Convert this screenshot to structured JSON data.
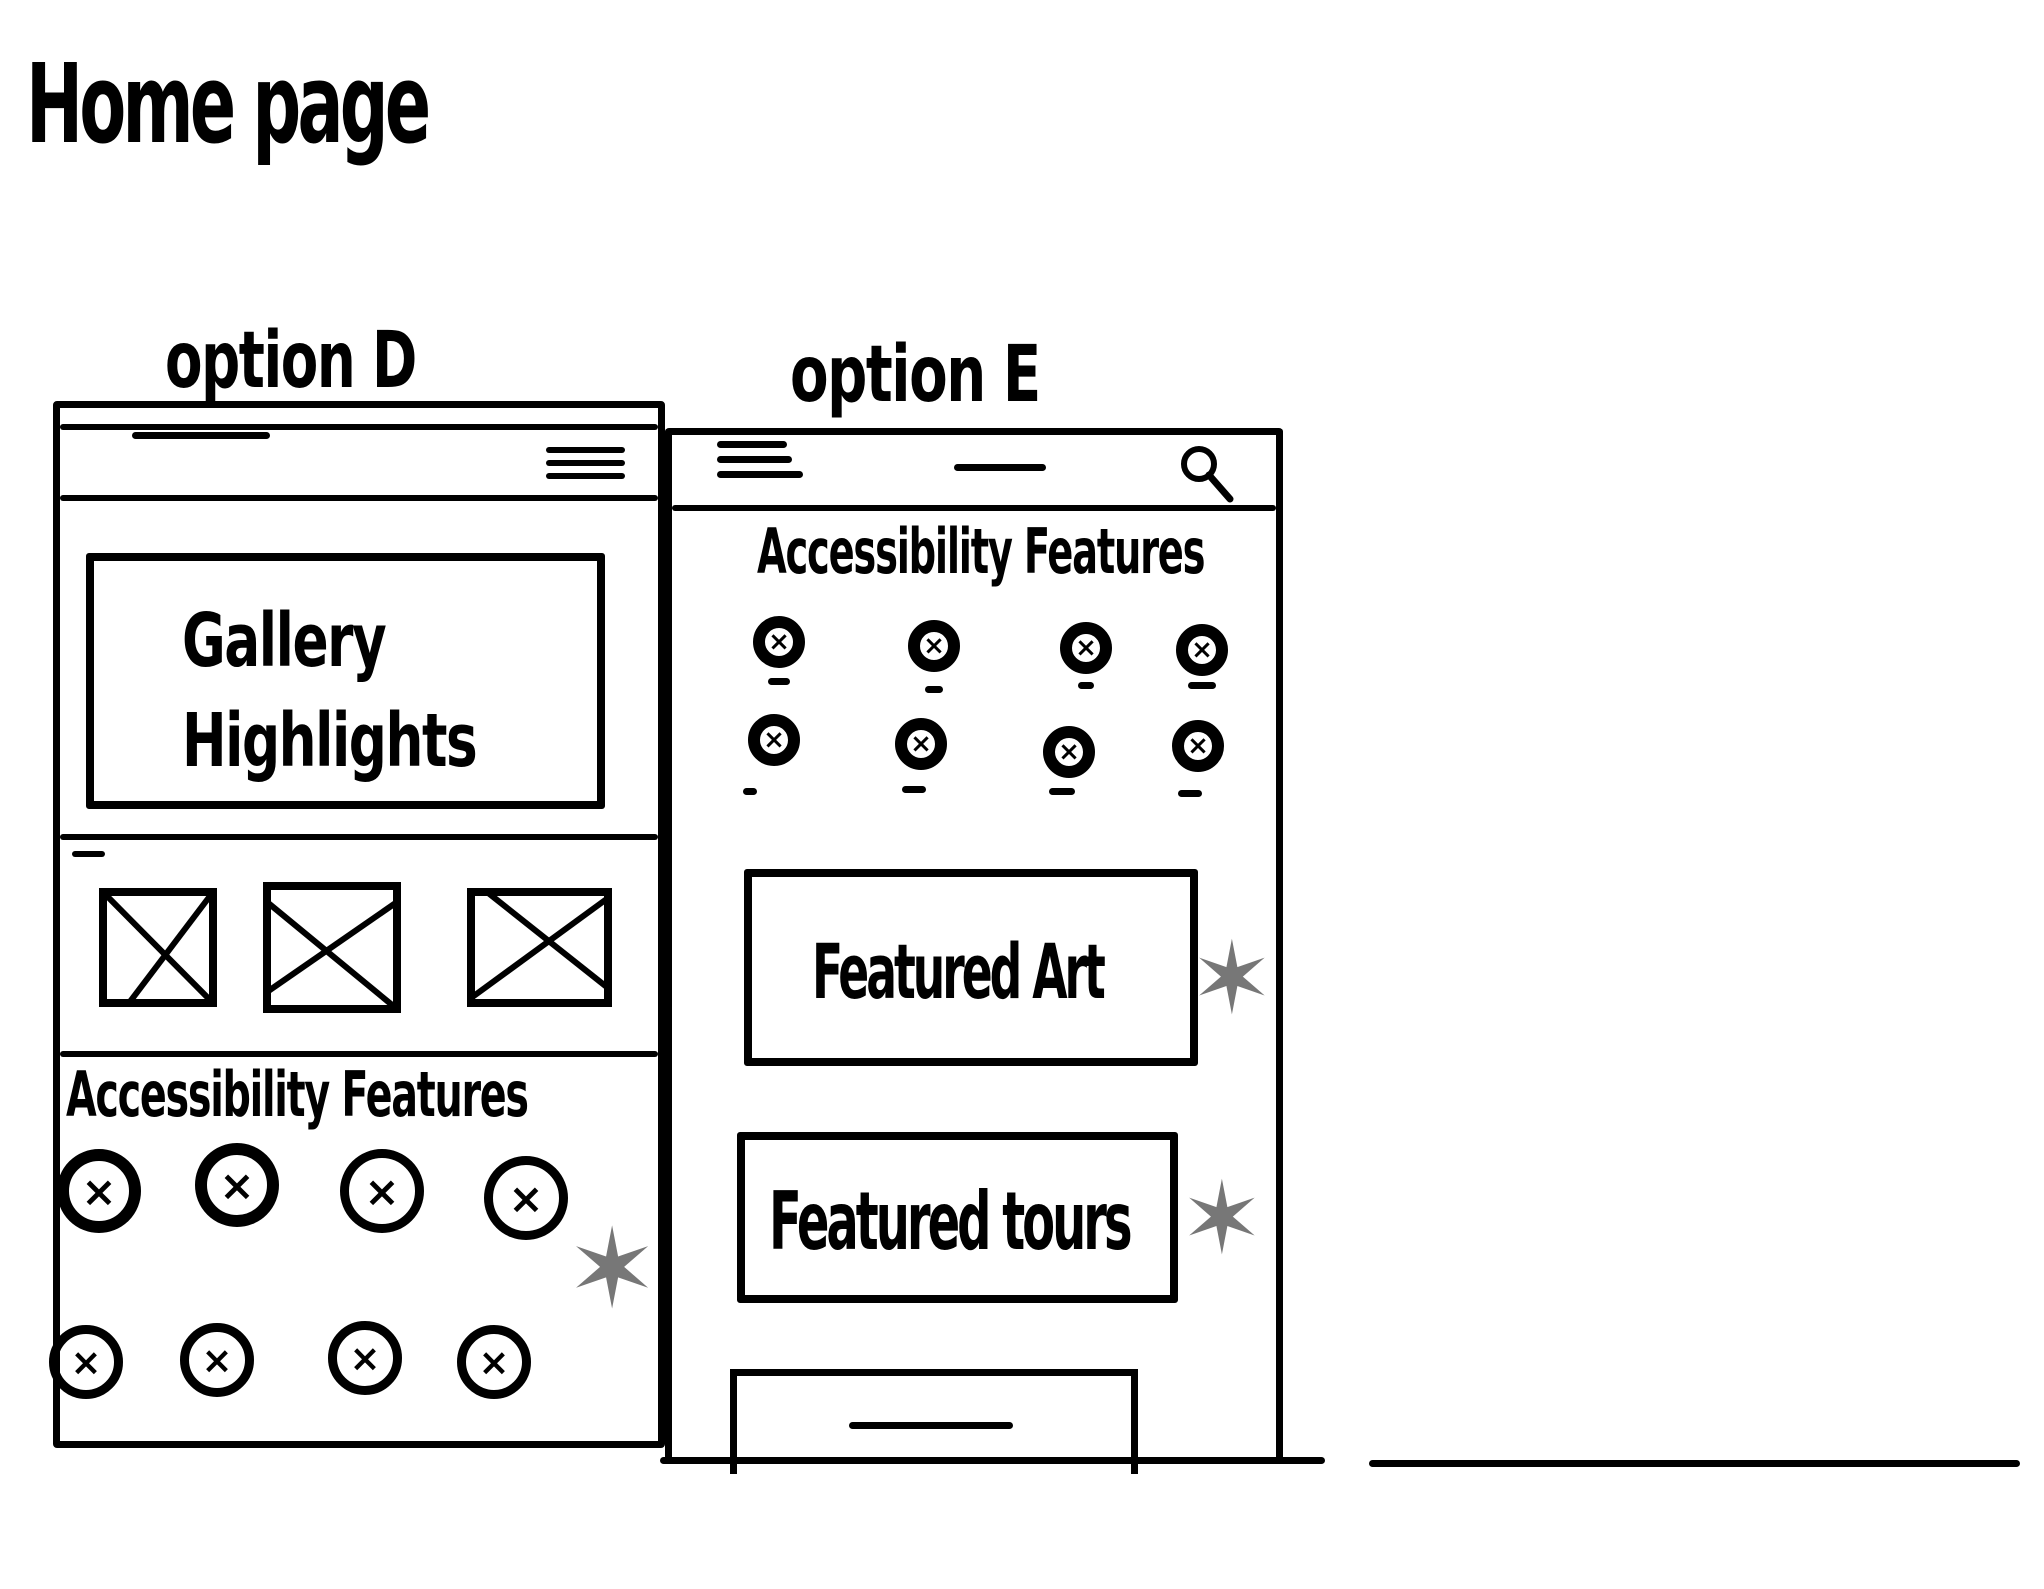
{
  "title": "Home page",
  "options": [
    {
      "label": "option D",
      "hero": "Gallery Highlights",
      "section_title": "Accessibility Features"
    },
    {
      "label": "option E",
      "section_title": "Accessibility Features",
      "cards": [
        "Featured Art",
        "Featured tours"
      ]
    }
  ],
  "icons": {
    "menu": "hamburger-icon",
    "search": "search-icon",
    "image_placeholder": "image-placeholder-icon",
    "feature": "x-circle-icon",
    "annotation": "asterisk-mark"
  },
  "colors": {
    "ink": "#000000",
    "annotation": "#777777",
    "paper": "#ffffff"
  }
}
